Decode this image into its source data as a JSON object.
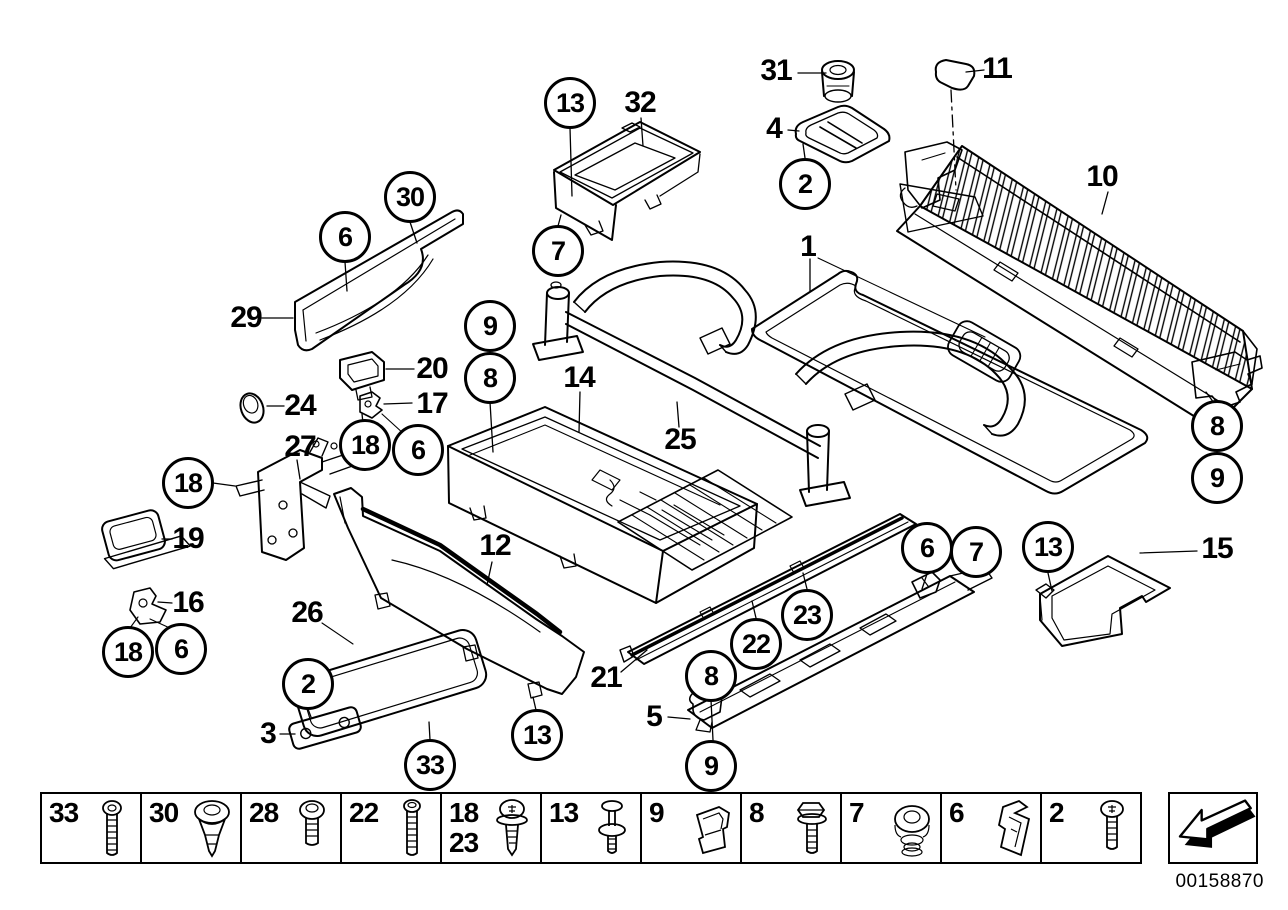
{
  "diagram": {
    "part_number": "00158870",
    "circled_callouts": [
      {
        "label": "13"
      },
      {
        "label": "7"
      },
      {
        "label": "30"
      },
      {
        "label": "6"
      },
      {
        "label": "2"
      },
      {
        "label": "9"
      },
      {
        "label": "8"
      },
      {
        "label": "18"
      },
      {
        "label": "6"
      },
      {
        "label": "18"
      },
      {
        "label": "18"
      },
      {
        "label": "6"
      },
      {
        "label": "2"
      },
      {
        "label": "33"
      },
      {
        "label": "13"
      },
      {
        "label": "22"
      },
      {
        "label": "23"
      },
      {
        "label": "8"
      },
      {
        "label": "9"
      },
      {
        "label": "6"
      },
      {
        "label": "7"
      },
      {
        "label": "13"
      },
      {
        "label": "8"
      },
      {
        "label": "9"
      }
    ],
    "text_callouts": [
      {
        "label": "32"
      },
      {
        "label": "31"
      },
      {
        "label": "4"
      },
      {
        "label": "11"
      },
      {
        "label": "10"
      },
      {
        "label": "1"
      },
      {
        "label": "29"
      },
      {
        "label": "20"
      },
      {
        "label": "17"
      },
      {
        "label": "24"
      },
      {
        "label": "27"
      },
      {
        "label": "19"
      },
      {
        "label": "16"
      },
      {
        "label": "14"
      },
      {
        "label": "25"
      },
      {
        "label": "12"
      },
      {
        "label": "26"
      },
      {
        "label": "3"
      },
      {
        "label": "21"
      },
      {
        "label": "5"
      },
      {
        "label": "15"
      }
    ],
    "legend": {
      "cells": [
        {
          "labels": [
            "33"
          ],
          "icon": "socket-head-screw"
        },
        {
          "labels": [
            "30"
          ],
          "icon": "expanding-rivet"
        },
        {
          "labels": [
            "28"
          ],
          "icon": "pan-head-screw"
        },
        {
          "labels": [
            "22"
          ],
          "icon": "long-socket-screw"
        },
        {
          "labels": [
            "18",
            "23"
          ],
          "icon": "torx-screw-with-washer"
        },
        {
          "labels": [
            "13"
          ],
          "icon": "push-pin-rivet"
        },
        {
          "labels": [
            "9"
          ],
          "icon": "clip-nut"
        },
        {
          "labels": [
            "8"
          ],
          "icon": "hex-flange-screw"
        },
        {
          "labels": [
            "7"
          ],
          "icon": "grommet-plug"
        },
        {
          "labels": [
            "6"
          ],
          "icon": "spring-clip"
        },
        {
          "labels": [
            "2"
          ],
          "icon": "torx-screw"
        }
      ]
    }
  }
}
